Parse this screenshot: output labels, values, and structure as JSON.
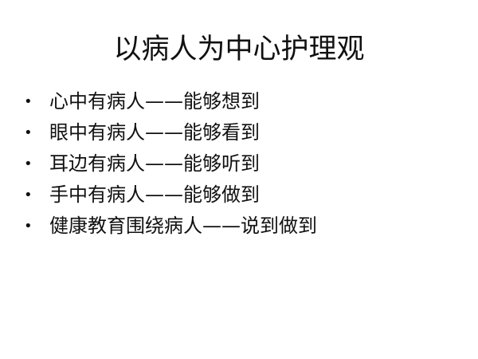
{
  "slide": {
    "title": "以病人为中心护理观",
    "bullets": [
      "心中有病人——能够想到",
      "眼中有病人——能够看到",
      "耳边有病人——能够听到",
      "手中有病人——能够做到",
      "健康教育围绕病人——说到做到"
    ]
  }
}
